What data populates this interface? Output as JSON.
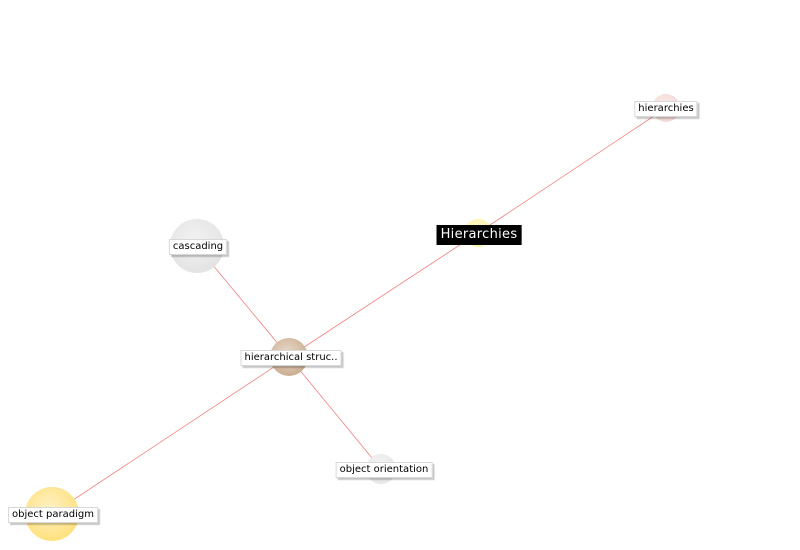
{
  "graph": {
    "edge_color": "#f08080",
    "nodes": [
      {
        "id": "hierarchies-focus",
        "label": "Hierarchies",
        "focused": true,
        "color": "#fff0a0"
      },
      {
        "id": "hierarchies",
        "label": "hierarchies",
        "focused": false,
        "color": "#f3d7d4"
      },
      {
        "id": "cascading",
        "label": "cascading",
        "focused": false,
        "color": "#e2e2e2"
      },
      {
        "id": "hierarchical-structure",
        "label": "hierarchical struc..",
        "focused": false,
        "color": "#c9ab8c"
      },
      {
        "id": "object-orientation",
        "label": "object orientation",
        "focused": false,
        "color": "#e6e6e6"
      },
      {
        "id": "object-paradigm",
        "label": "object paradigm",
        "focused": false,
        "color": "#ffe07a"
      }
    ],
    "edges": [
      {
        "source": "hierarchies",
        "target": "hierarchies-focus"
      },
      {
        "source": "hierarchies-focus",
        "target": "hierarchical-structure"
      },
      {
        "source": "cascading",
        "target": "hierarchical-structure"
      },
      {
        "source": "hierarchical-structure",
        "target": "object-orientation"
      },
      {
        "source": "hierarchical-structure",
        "target": "object-paradigm"
      }
    ]
  }
}
